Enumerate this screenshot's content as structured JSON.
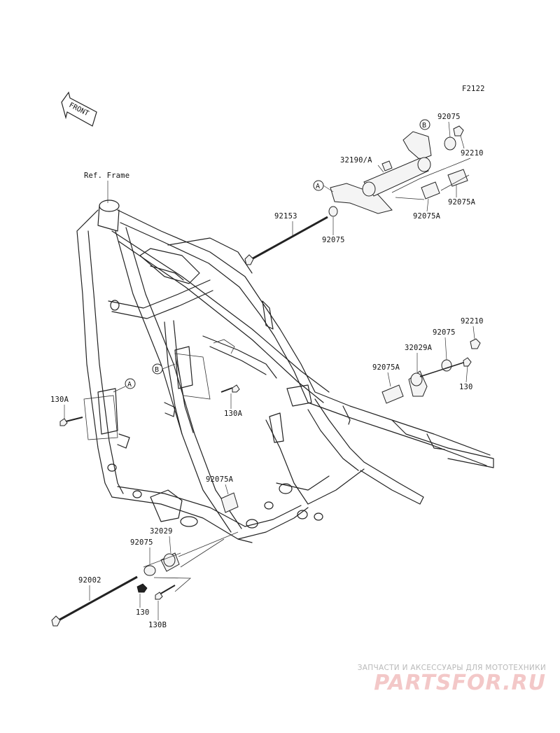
{
  "diagram": {
    "code": "F2122",
    "front_label": "FRONT",
    "ref_frame": "Ref. Frame",
    "callouts": {
      "a": "A",
      "b": "B"
    },
    "parts": {
      "p92075_top": "92075",
      "p92210_top": "92210",
      "p32190A": "32190/A",
      "p92075A_r1": "92075A",
      "p92075A_r2": "92075A",
      "p92153": "92153",
      "p92075_mid": "92075",
      "p92210_mid": "92210",
      "p92075_mid2": "92075",
      "p32029A": "32029A",
      "p92075A_mid": "92075A",
      "p130_mid": "130",
      "p130A_left": "130A",
      "p130A_center": "130A",
      "p92075A_low": "92075A",
      "p32029": "32029",
      "p92075_low": "92075",
      "p92002": "92002",
      "p130_low": "130",
      "p130B": "130B"
    }
  },
  "watermark": {
    "tagline": "ЗАПЧАСТИ И АКСЕССУАРЫ ДЛЯ МОТОТЕХНИКИ",
    "logo": "PARTSFOR.RU"
  }
}
